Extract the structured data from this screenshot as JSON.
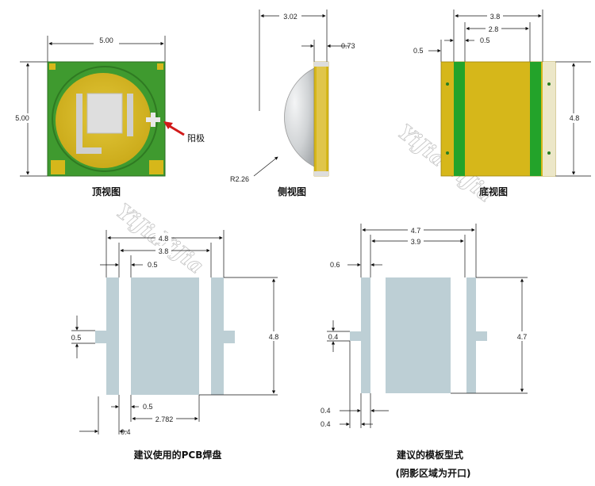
{
  "views": {
    "top": {
      "title": "顶视图",
      "width": "5.00",
      "height": "5.00",
      "anode_label": "阳极"
    },
    "side": {
      "title": "侧视图",
      "height": "3.02",
      "base": "0.73",
      "radius": "R2.26"
    },
    "bottom": {
      "title": "底视图",
      "w_total": "3.8",
      "w_inner": "2.8",
      "w_strip": "0.5",
      "w_left": "0.5",
      "height": "4.8"
    }
  },
  "pcb_pad": {
    "title": "建议使用的PCB焊盘",
    "w_total": "4.8",
    "w_inner": "3.8",
    "gap": "0.5",
    "tab": "0.5",
    "height": "4.8",
    "bottom_gap": "0.5",
    "center_width": "2.782",
    "bottom_offset": "0.4"
  },
  "stencil": {
    "title": "建议的模板型式",
    "subtitle": "(阴影区域为开口)",
    "w_total": "4.7",
    "w_inner": "3.9",
    "left_gap": "0.6",
    "tab": "0.4",
    "height": "4.7",
    "bottom_a": "0.4",
    "bottom_b": "0.4"
  },
  "watermark": "YiJia",
  "colors": {
    "pcb_green": "#3f9a2f",
    "gold": "#d6b71a",
    "pad_gray": "#bdcfd5",
    "dome_gray": "#cfd2d4",
    "arrow_red": "#d11a1a"
  }
}
